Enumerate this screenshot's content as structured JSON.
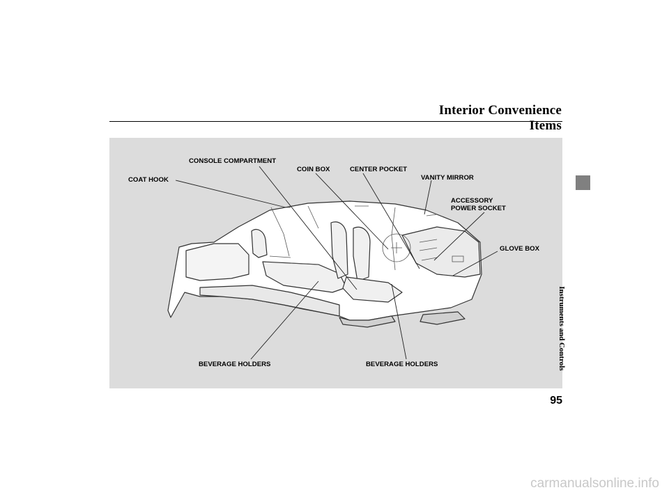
{
  "header": {
    "title": "Interior Convenience Items"
  },
  "figure": {
    "callouts": {
      "console_compartment": "CONSOLE COMPARTMENT",
      "coin_box": "COIN BOX",
      "center_pocket": "CENTER POCKET",
      "coat_hook": "COAT HOOK",
      "vanity_mirror": "VANITY MIRROR",
      "accessory_power_socket": [
        "ACCESSORY",
        "POWER SOCKET"
      ],
      "glove_box": "GLOVE BOX",
      "beverage_holders_rear": "BEVERAGE HOLDERS",
      "beverage_holders_front": "BEVERAGE HOLDERS"
    }
  },
  "sidebar": {
    "section_label": "Instruments and Controls"
  },
  "footer": {
    "page_number": "95",
    "watermark": "carmanualsonline.info"
  }
}
